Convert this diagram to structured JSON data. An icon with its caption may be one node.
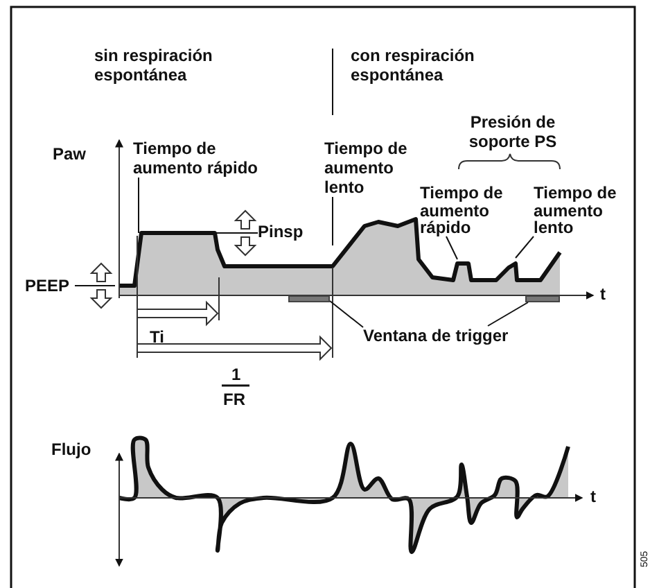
{
  "diagram": {
    "nodes": [
      {
        "text": [
          "Tiempo de aumento rápido"
        ]
      },
      {
        "text": [
          "Tiempo de aumento lento"
        ]
      },
      {
        "text": [
          "Pinsp"
        ]
      },
      {
        "text": [
          "PEEP"
        ]
      },
      {
        "text": [
          "Tiempo de aumento rápido"
        ]
      },
      {
        "text": [
          "Tiempo de aumento lento"
        ]
      },
      {
        "text": [
          "Ventana de trigger"
        ]
      },
      {
        "text": [],
        "shape": "bar"
      },
      {
        "text": [],
        "shape": "bar"
      },
      {
        "text": [],
        "shape": "picture"
      }
    ],
    "edges": [
      {
        "from": 0,
        "to": 9,
        "arrow": "none"
      },
      {
        "from": 1,
        "to": 9,
        "arrow": "none"
      },
      {
        "from": 2,
        "to": 9,
        "arrow": "none"
      },
      {
        "from": 3,
        "to": 9,
        "arrow": "none"
      },
      {
        "from": 4,
        "to": 9,
        "arrow": "none"
      },
      {
        "from": 5,
        "to": 9,
        "arrow": "none"
      },
      {
        "from": 6,
        "to": 7,
        "arrow": "none"
      },
      {
        "from": 6,
        "to": 8,
        "arrow": "none"
      }
    ],
    "labels": [
      "sin respiración espontánea",
      "con respiración espontánea",
      "Presión de soporte PS",
      "Paw",
      "t",
      "Ti",
      "1",
      "FR",
      "Flujo",
      "t",
      "505"
    ]
  }
}
